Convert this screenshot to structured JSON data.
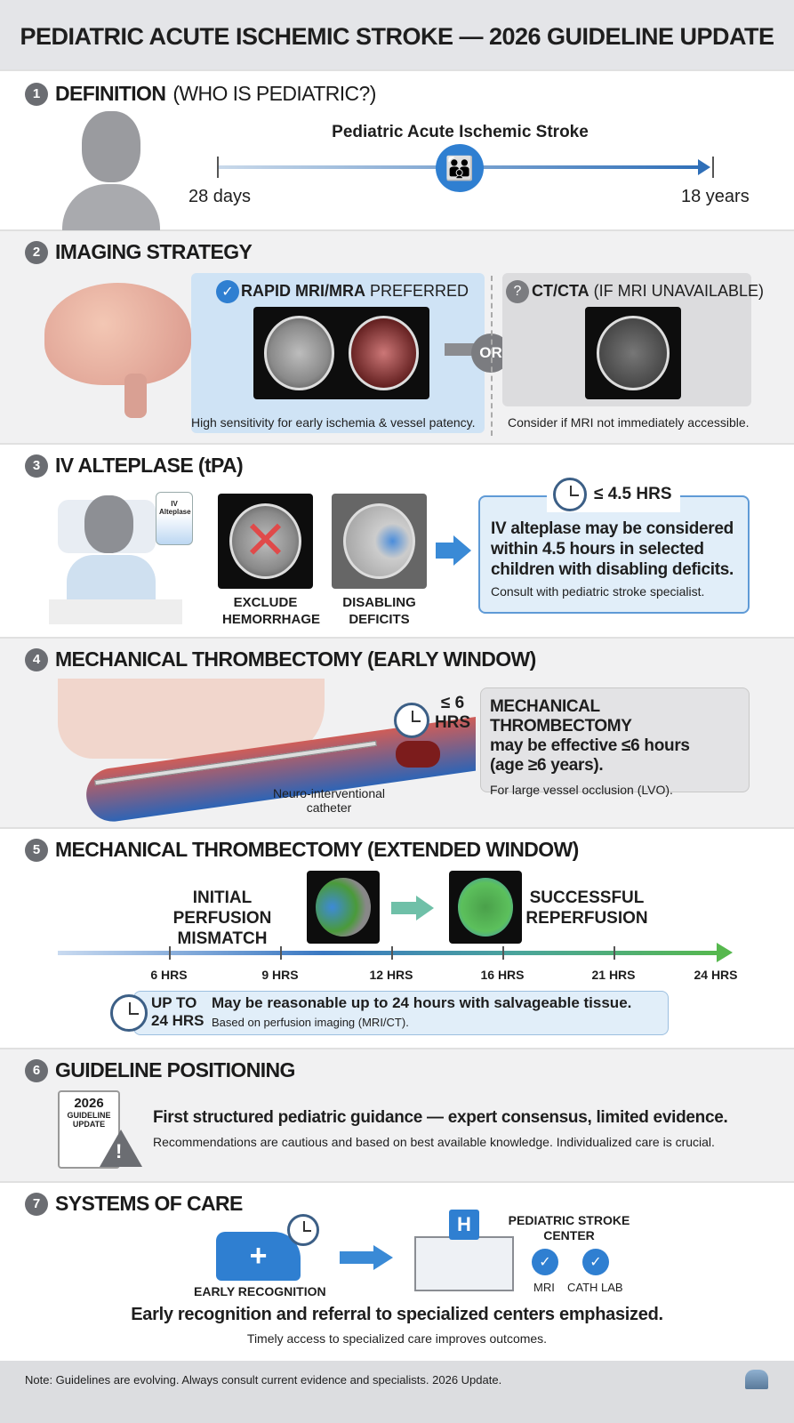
{
  "title": "PEDIATRIC ACUTE ISCHEMIC STROKE — 2026 GUIDELINE UPDATE",
  "s1": {
    "num": "1",
    "heading": "DEFINITION",
    "heading_light": "(WHO IS PEDIATRIC?)",
    "timeline_title": "Pediatric Acute Ischemic Stroke",
    "start": "28 days",
    "end": "18 years"
  },
  "s2": {
    "num": "2",
    "heading": "IMAGING STRATEGY",
    "mri_label": "RAPID MRI/MRA",
    "mri_light": "PREFERRED",
    "mri_caption": "High sensitivity for early ischemia & vessel patency.",
    "or": "OR",
    "ct_label": "CT/CTA",
    "ct_light": "(IF MRI UNAVAILABLE)",
    "ct_caption": "Consider if MRI not immediately accessible.",
    "q": "?",
    "check": "✓"
  },
  "s3": {
    "num": "3",
    "heading": "IV ALTEPLASE (tPA)",
    "bag_label": "IV Alteplase",
    "scan1": "EXCLUDE HEMORRHAGE",
    "scan2": "DISABLING DEFICITS",
    "time": "≤ 4.5 HRS",
    "main": "IV alteplase may be considered within 4.5 hours in selected children with disabling deficits.",
    "sub": "Consult with pediatric stroke specialist."
  },
  "s4": {
    "num": "4",
    "heading": "MECHANICAL THROMBECTOMY (EARLY WINDOW)",
    "time": "≤ 6 HRS",
    "catheter": "Neuro-interventional catheter",
    "box_title": "MECHANICAL THROMBECTOMY",
    "box_main": "may be effective ≤6 hours (age ≥6 years).",
    "box_sub": "For large vessel occlusion (LVO)."
  },
  "s5": {
    "num": "5",
    "heading": "MECHANICAL THROMBECTOMY (EXTENDED WINDOW)",
    "initial": "INITIAL PERFUSION MISMATCH",
    "success": "SUCCESSFUL REPERFUSION",
    "ticks": [
      "6 HRS",
      "9 HRS",
      "12 HRS",
      "16 HRS",
      "21 HRS",
      "24 HRS"
    ],
    "time": "UP TO 24 HRS",
    "main": "May be reasonable up to 24 hours with salvageable tissue.",
    "sub": "Based on perfusion imaging (MRI/CT)."
  },
  "s6": {
    "num": "6",
    "heading": "GUIDELINE POSITIONING",
    "doc_year": "2026",
    "doc_l1": "GUIDELINE",
    "doc_l2": "UPDATE",
    "main": "First structured pediatric guidance — expert consensus, limited evidence.",
    "sub": "Recommendations are cautious and based on best available knowledge. Individualized care is crucial.",
    "warn": "!"
  },
  "s7": {
    "num": "7",
    "heading": "SYSTEMS OF CARE",
    "early": "EARLY RECOGNITION",
    "center": "PEDIATRIC STROKE CENTER",
    "h": "H",
    "mri": "MRI",
    "cath": "CATH LAB",
    "main": "Early recognition and referral to specialized centers emphasized.",
    "sub": "Timely access to specialized care improves outcomes."
  },
  "footer": "Note: Guidelines are evolving. Always consult current evidence and specialists. 2026 Update."
}
